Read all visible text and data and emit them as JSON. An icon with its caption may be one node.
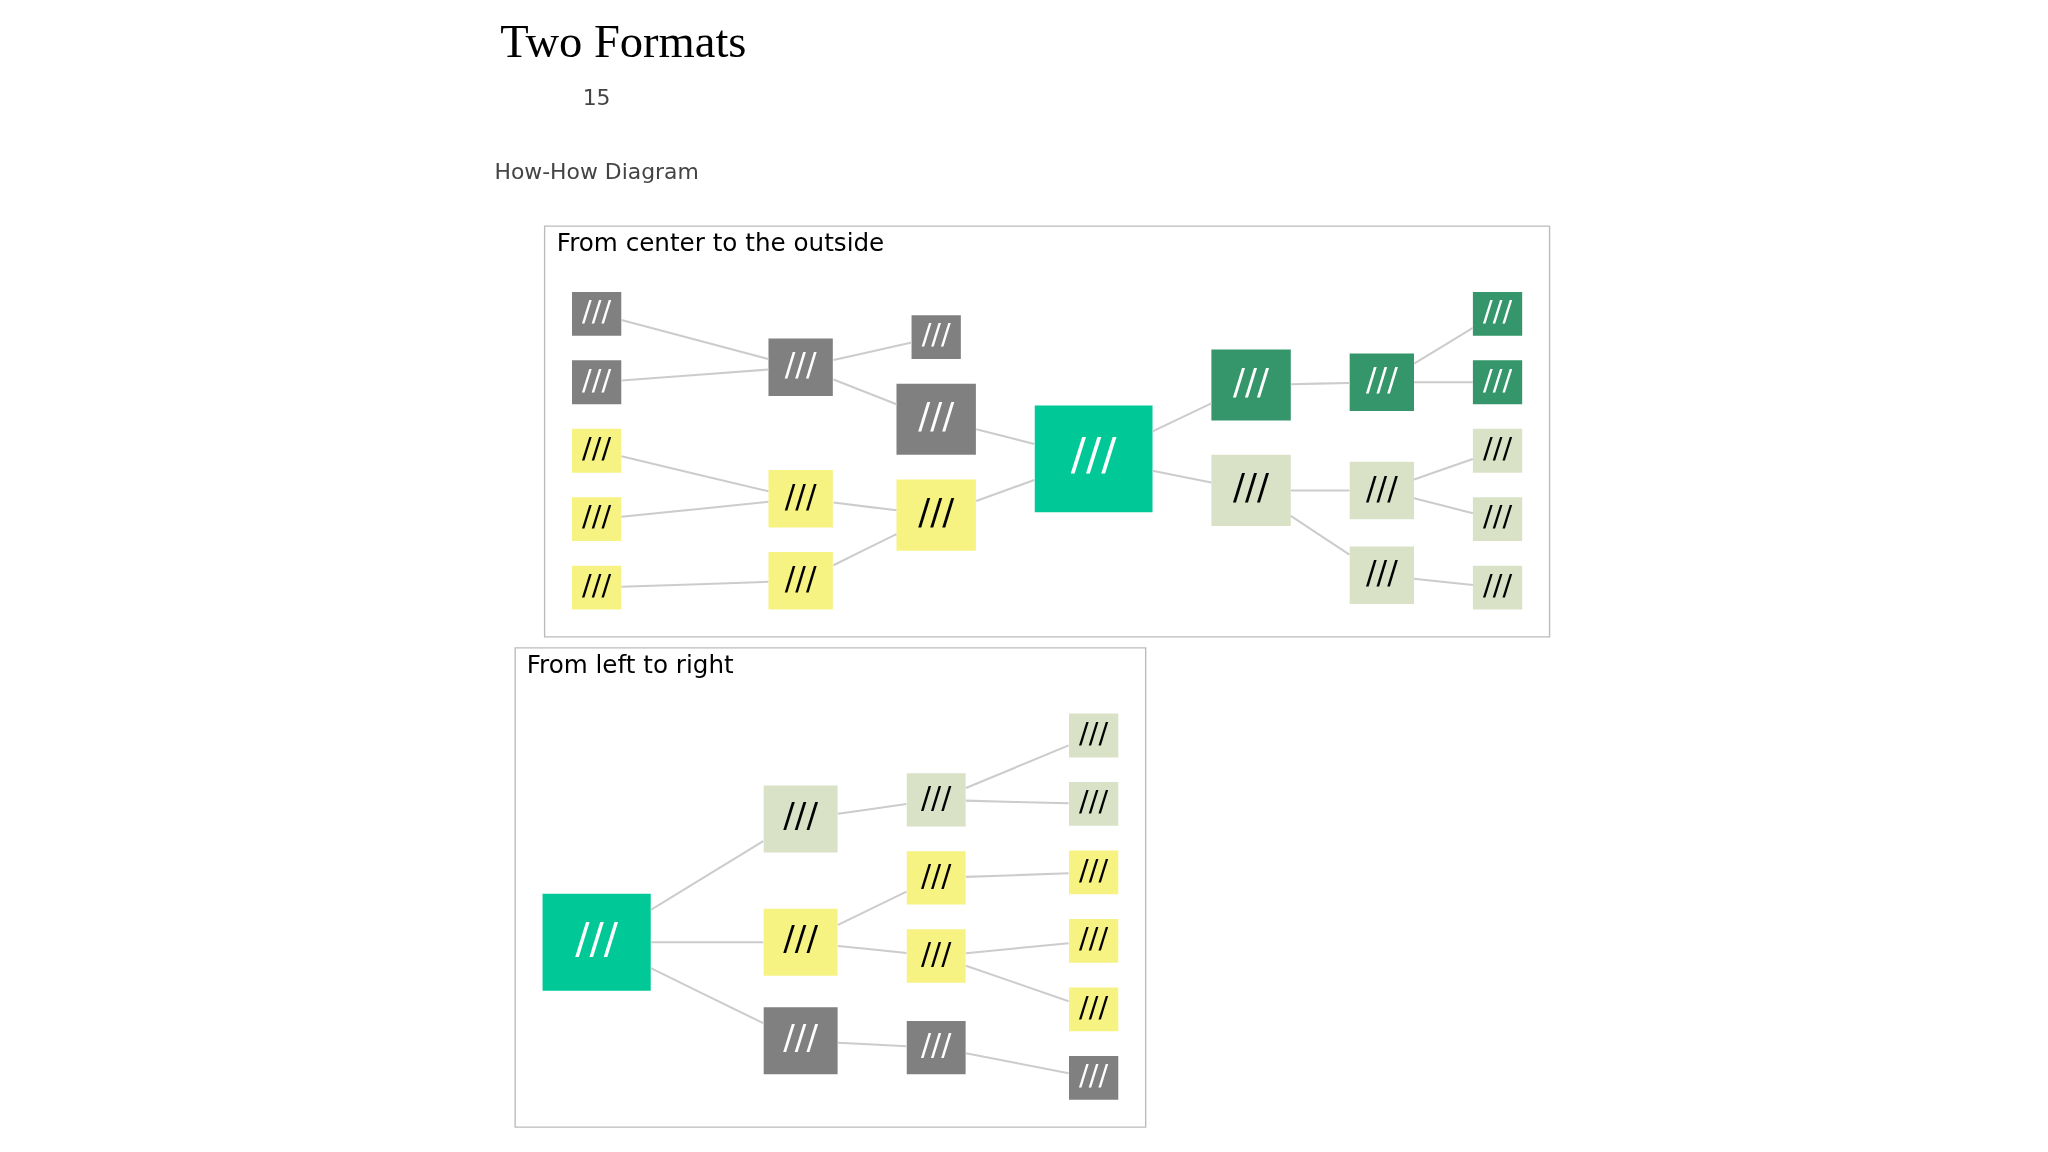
{
  "diagram": {
    "title": "Two Formats",
    "nodes": [
      {
        "text": [
          "From left to right"
        ]
      },
      {
        "text": [
          "///"
        ],
        "in": 0
      },
      {
        "text": [
          "///"
        ],
        "in": 0
      },
      {
        "text": [
          "///"
        ],
        "in": 0
      },
      {
        "text": [
          "///"
        ],
        "in": 0
      },
      {
        "text": [
          "///"
        ],
        "in": 0
      },
      {
        "text": [
          "///"
        ],
        "in": 0
      },
      {
        "text": [
          "///"
        ],
        "in": 0
      },
      {
        "text": [
          "///"
        ],
        "in": 0
      },
      {
        "text": [
          "///"
        ],
        "in": 0
      },
      {
        "text": [
          "///"
        ],
        "in": 0
      },
      {
        "text": [
          "///"
        ],
        "in": 0
      },
      {
        "text": [
          "///"
        ],
        "in": 0
      },
      {
        "text": [
          "///"
        ],
        "in": 0
      },
      {
        "text": [
          "///"
        ],
        "in": 0
      },
      {
        "text": [
          "From center to the outside"
        ]
      },
      {
        "text": [
          "///"
        ],
        "in": 15
      },
      {
        "text": [
          "///"
        ],
        "in": 15
      },
      {
        "text": [
          "///"
        ],
        "in": 15
      },
      {
        "text": [
          "///"
        ],
        "in": 15
      },
      {
        "text": [
          "///"
        ],
        "in": 15
      },
      {
        "text": [
          "///"
        ],
        "in": 15
      },
      {
        "text": [
          "///"
        ],
        "in": 15
      },
      {
        "text": [
          "///"
        ],
        "in": 15
      },
      {
        "text": [
          "///"
        ],
        "in": 15
      },
      {
        "text": [
          "///"
        ],
        "in": 15
      },
      {
        "text": [
          "///"
        ],
        "in": 15
      },
      {
        "text": [
          "///"
        ],
        "in": 15
      },
      {
        "text": [
          "///"
        ],
        "in": 15
      },
      {
        "text": [
          "///"
        ],
        "in": 15
      },
      {
        "text": [
          "///"
        ],
        "in": 15
      },
      {
        "text": [
          "///"
        ],
        "in": 15
      },
      {
        "text": [
          "///"
        ],
        "in": 15
      },
      {
        "text": [
          "///"
        ],
        "in": 15
      },
      {
        "text": [
          "///"
        ],
        "in": 15
      },
      {
        "text": [
          "///"
        ],
        "in": 15
      },
      {
        "text": [
          "///"
        ],
        "in": 15
      },
      {
        "text": [
          "///"
        ],
        "in": 15
      }
    ],
    "edges": [
      {
        "from": 1,
        "to": 2,
        "arrow": "none"
      },
      {
        "from": 1,
        "to": 3,
        "arrow": "none"
      },
      {
        "from": 1,
        "to": 4,
        "arrow": "none"
      },
      {
        "from": 2,
        "to": 5,
        "arrow": "none"
      },
      {
        "from": 3,
        "to": 6,
        "arrow": "none"
      },
      {
        "from": 3,
        "to": 7,
        "arrow": "none"
      },
      {
        "from": 4,
        "to": 8,
        "arrow": "none"
      },
      {
        "from": 5,
        "to": 9,
        "arrow": "none"
      },
      {
        "from": 6,
        "to": 10,
        "arrow": "none"
      },
      {
        "from": 6,
        "to": 11,
        "arrow": "none"
      },
      {
        "from": 7,
        "to": 12,
        "arrow": "none"
      },
      {
        "from": 8,
        "to": 13,
        "arrow": "none"
      },
      {
        "from": 8,
        "to": 14,
        "arrow": "none"
      },
      {
        "from": 17,
        "to": 16,
        "arrow": "none"
      },
      {
        "from": 18,
        "to": 17,
        "arrow": "none"
      },
      {
        "from": 19,
        "to": 18,
        "arrow": "none"
      },
      {
        "from": 18,
        "to": 20,
        "arrow": "none"
      },
      {
        "from": 21,
        "to": 18,
        "arrow": "none"
      },
      {
        "from": 22,
        "to": 16,
        "arrow": "none"
      },
      {
        "from": 23,
        "to": 22,
        "arrow": "none"
      },
      {
        "from": 24,
        "to": 22,
        "arrow": "none"
      },
      {
        "from": 25,
        "to": 23,
        "arrow": "none"
      },
      {
        "from": 26,
        "to": 23,
        "arrow": "none"
      },
      {
        "from": 27,
        "to": 24,
        "arrow": "none"
      },
      {
        "from": 16,
        "to": 28,
        "arrow": "none"
      },
      {
        "from": 28,
        "to": 29,
        "arrow": "none"
      },
      {
        "from": 29,
        "to": 30,
        "arrow": "none"
      },
      {
        "from": 28,
        "to": 31,
        "arrow": "none"
      },
      {
        "from": 31,
        "to": 32,
        "arrow": "none"
      },
      {
        "from": 31,
        "to": 33,
        "arrow": "none"
      },
      {
        "from": 16,
        "to": 34,
        "arrow": "none"
      },
      {
        "from": 34,
        "to": 35,
        "arrow": "none"
      },
      {
        "from": 35,
        "to": 36,
        "arrow": "none"
      },
      {
        "from": 35,
        "to": 37,
        "arrow": "none"
      }
    ],
    "labels": [
      "How-How Diagram",
      "15"
    ]
  }
}
